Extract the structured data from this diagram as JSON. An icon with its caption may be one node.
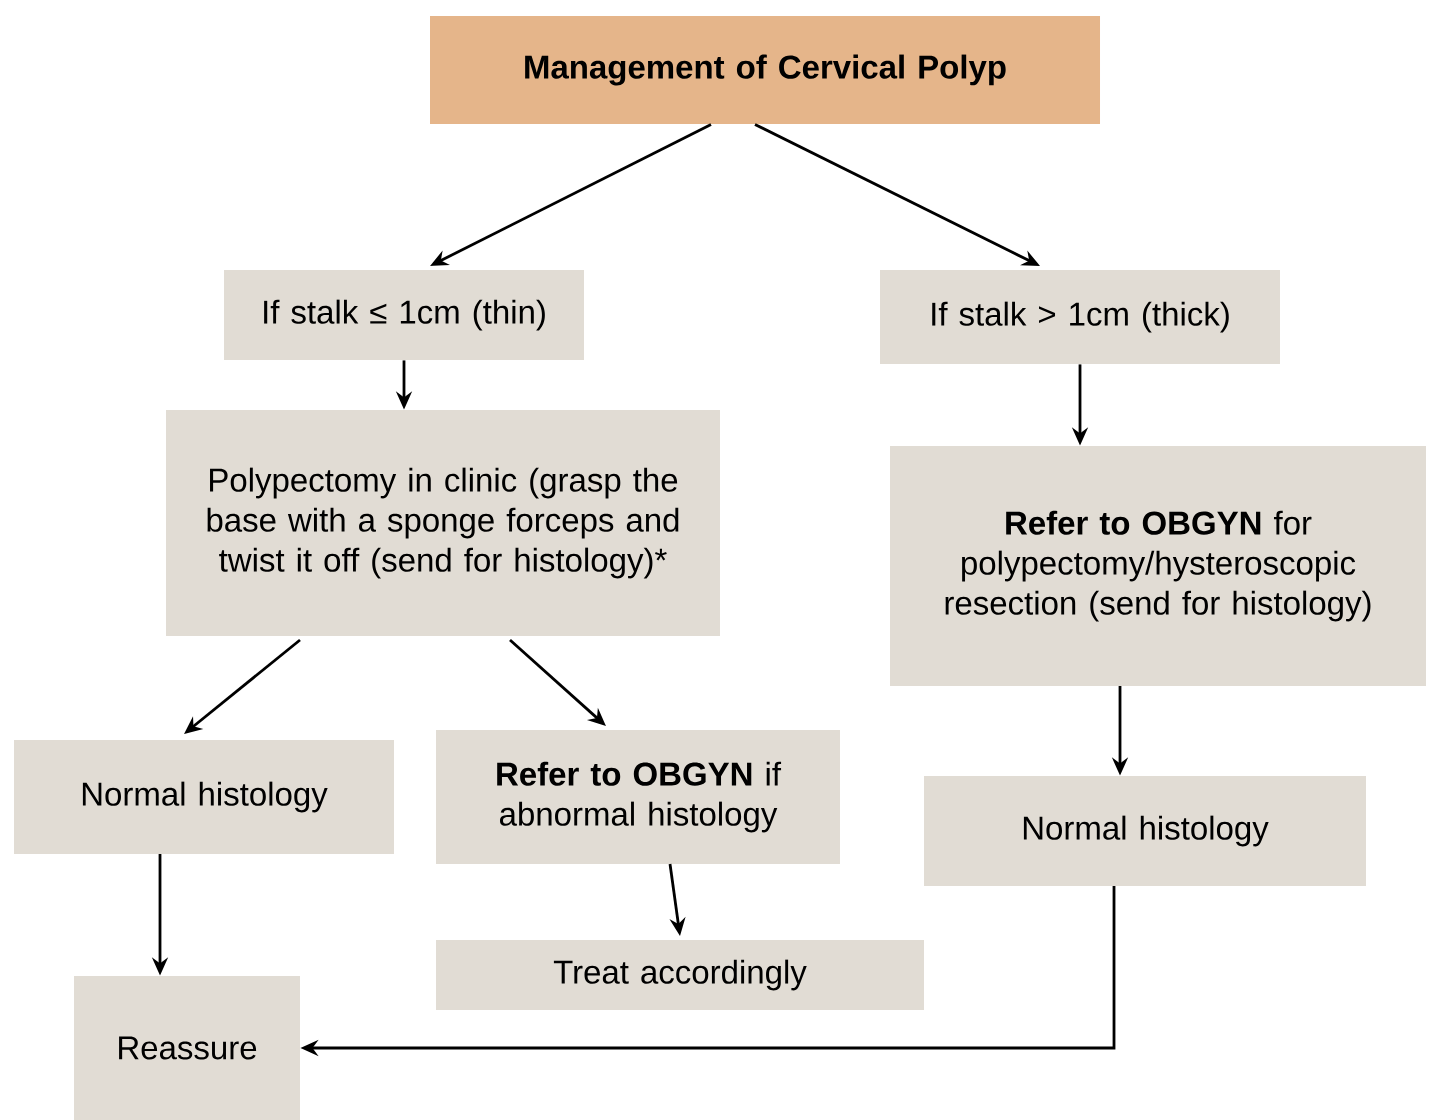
{
  "diagram": {
    "nodes": [
      {
        "text": [
          "Management of Cervical Polyp"
        ]
      },
      {
        "text": [
          "If stalk ≤ 1cm (thin)"
        ]
      },
      {
        "text": [
          "If stalk > 1cm (thick)"
        ]
      },
      {
        "text": [
          "Polypectomy in clinic (grasp the base with a sponge forceps and twist it off (send for histology)*"
        ]
      },
      {
        "text": [
          "**Refer to OBGYN** for polypectomy/hysteroscopic resection (send for histology)"
        ]
      },
      {
        "text": [
          "Normal histology"
        ]
      },
      {
        "text": [
          "**Refer to OBGYN** if abnormal histology"
        ]
      },
      {
        "text": [
          "Normal histology"
        ]
      },
      {
        "text": [
          "Treat accordingly"
        ]
      },
      {
        "text": [
          "Reassure"
        ]
      }
    ],
    "edges": [
      {
        "from": 0,
        "to": 1,
        "arrow": "to"
      },
      {
        "from": 0,
        "to": 2,
        "arrow": "to"
      },
      {
        "from": 1,
        "to": 3,
        "arrow": "to"
      },
      {
        "from": 2,
        "to": 4,
        "arrow": "to"
      },
      {
        "from": 3,
        "to": 5,
        "arrow": "to"
      },
      {
        "from": 3,
        "to": 6,
        "arrow": "to"
      },
      {
        "from": 4,
        "to": 7,
        "arrow": "to"
      },
      {
        "from": 5,
        "to": 9,
        "arrow": "to"
      },
      {
        "from": 6,
        "to": 8,
        "arrow": "to"
      },
      {
        "from": 7,
        "to": 9,
        "arrow": "to"
      }
    ]
  }
}
